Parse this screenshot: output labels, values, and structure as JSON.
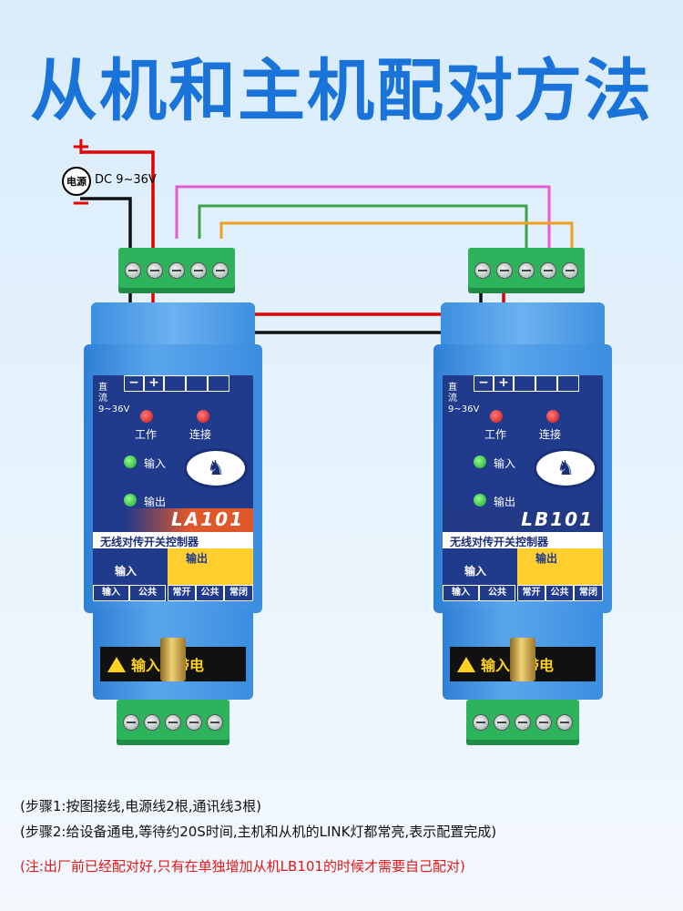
{
  "title": "从机和主机配对方法",
  "power": {
    "symbol": "电源",
    "plus": "+",
    "minus": "−",
    "voltage": "DC 9~36V"
  },
  "devices": [
    {
      "model": "LA101",
      "model_band_color": "#e0572a",
      "power_label": "直流9~36V",
      "polarity": [
        "−",
        "+"
      ],
      "led_work": "工作",
      "led_link": "连接",
      "led_input": "输入",
      "led_output": "输出",
      "product_name": "无线对传开关控制器",
      "input_title": "输入",
      "output_title": "输出",
      "input_cells": [
        "输入",
        "公共"
      ],
      "output_cells": [
        "常开",
        "公共",
        "常闭"
      ],
      "warning": "输入禁带电"
    },
    {
      "model": "LB101",
      "model_band_color": "#223a86",
      "power_label": "直流9~36V",
      "polarity": [
        "−",
        "+"
      ],
      "led_work": "工作",
      "led_link": "连接",
      "led_input": "输入",
      "led_output": "输出",
      "product_name": "无线对传开关控制器",
      "input_title": "输入",
      "output_title": "输出",
      "input_cells": [
        "输入",
        "公共"
      ],
      "output_cells": [
        "常开",
        "公共",
        "常闭"
      ],
      "warning": "输入禁带电"
    }
  ],
  "wire_colors": {
    "black": "#111111",
    "red": "#e00000",
    "pink": "#e85bd0",
    "green": "#3aa548",
    "orange": "#f0a020"
  },
  "notes": {
    "step1": "(步骤1:按图接线,电源线2根,通讯线3根)",
    "step2": "(步骤2:给设备通电,等待约20S时间,主机和从机的LINK灯都常亮,表示配置完成)",
    "remark": "(注:出厂前已经配对好,只有在单独增加从机LB101的时候才需要自己配对)"
  }
}
